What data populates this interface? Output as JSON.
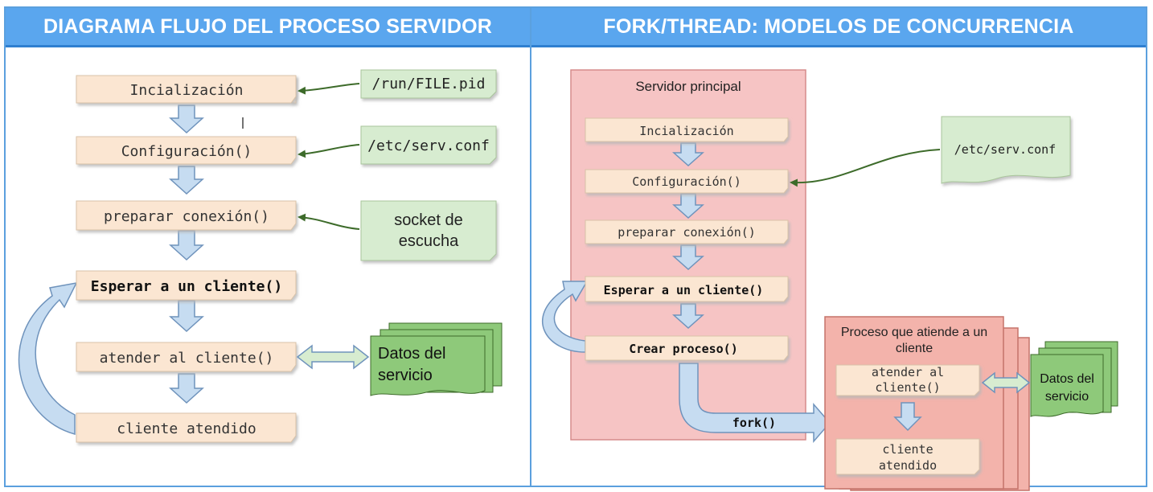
{
  "left_panel": {
    "title": "DIAGRAMA FLUJO DEL PROCESO SERVIDOR",
    "steps": {
      "init": "Incialización",
      "config": "Configuración()",
      "prepare": "preparar conexión()",
      "wait": "Esperar a un cliente()",
      "attend": "atender al cliente()",
      "done": "cliente atendido"
    },
    "files": {
      "pid": "/run/FILE.pid",
      "conf": "/etc/serv.conf",
      "socket_line1": "socket de",
      "socket_line2": "escucha"
    },
    "data_store_line1": "Datos del",
    "data_store_line2": "servicio"
  },
  "right_panel": {
    "title": "FORK/THREAD: MODELOS DE CONCURRENCIA",
    "main_server_label": "Servidor principal",
    "steps": {
      "init": "Incialización",
      "config": "Configuración()",
      "prepare": "preparar conexión()",
      "wait": "Esperar a un cliente()",
      "create": "Crear proceso()"
    },
    "conf_file": "/etc/serv.conf",
    "fork_label": "fork()",
    "child": {
      "label_line1": "Proceso que atiende a un",
      "label_line2": "cliente",
      "attend_line1": "atender al",
      "attend_line2": "cliente()",
      "done_line1": "cliente",
      "done_line2": "atendido"
    },
    "data_store_line1": "Datos del",
    "data_store_line2": "servicio"
  },
  "colors": {
    "header_bg": "#5aa6ee",
    "panel_border": "#5ba0de",
    "step_fill": "#fbe6d2",
    "file_fill": "#d7ecd0",
    "store_fill": "#8ec97a",
    "server_fill": "#f6c4c4",
    "child_fill": "#f3b3ab",
    "arrow_fill": "#c6dcf1",
    "arrow_stroke": "#6f93bc",
    "connector": "#3d6b2a"
  }
}
